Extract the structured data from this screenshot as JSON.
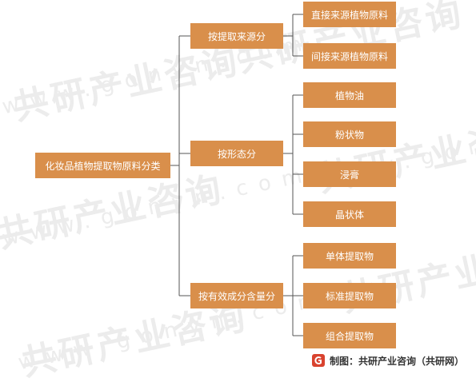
{
  "diagram": {
    "root": "化妆品植物提取物原料分类",
    "groups": [
      {
        "label": "按提取来源分",
        "items": [
          "直接来源植物原料",
          "间接来源植物原料"
        ]
      },
      {
        "label": "按形态分",
        "items": [
          "植物油",
          "粉状物",
          "浸膏",
          "晶状体"
        ]
      },
      {
        "label": "按有效成分含量分",
        "items": [
          "单体提取物",
          "标准提取物",
          "组合提取物"
        ]
      }
    ]
  },
  "watermark": {
    "brand": "共研产业咨询",
    "domain": "www.gonyn.com"
  },
  "footer": {
    "credit": "制图：共研产业咨询（共研网）",
    "logo_icon": "gonyn-logo-icon"
  },
  "colors": {
    "box": "#d98f4b",
    "line": "#555555"
  }
}
